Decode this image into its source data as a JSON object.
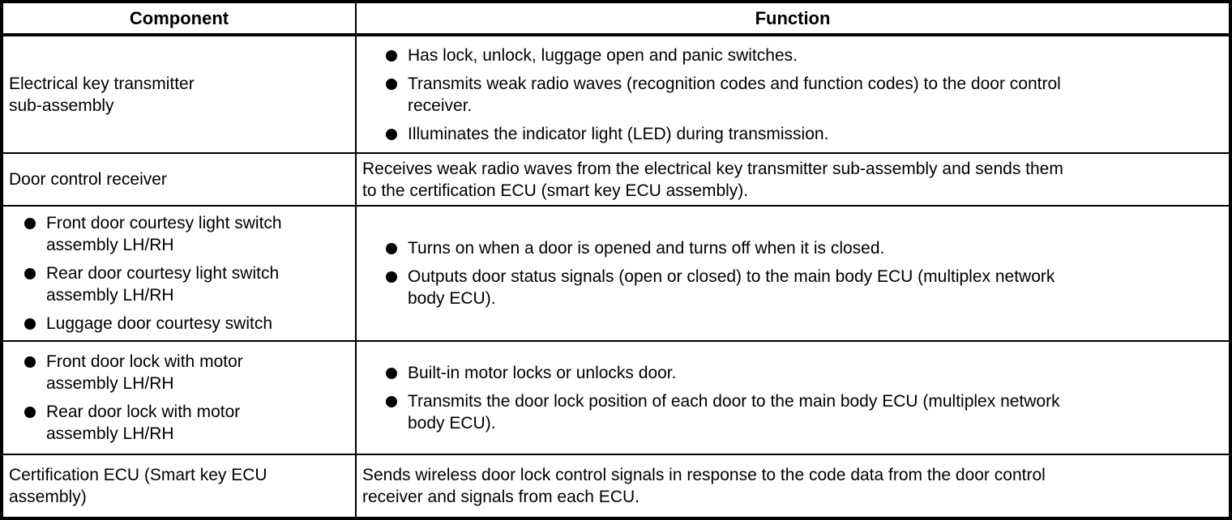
{
  "colors": {
    "border": "#000000",
    "background": "#ffffff",
    "text": "#000000"
  },
  "table": {
    "headers": {
      "component": "Component",
      "function": "Function"
    },
    "rows": [
      {
        "component_text": "Electrical key transmitter\nsub-assembly",
        "function_items": [
          "Has lock, unlock, luggage open and panic switches.",
          "Transmits weak radio waves (recognition codes and function codes) to the door control\nreceiver.",
          "Illuminates the indicator light (LED) during transmission."
        ]
      },
      {
        "component_text": "Door control receiver",
        "function_text": "Receives weak radio waves from the electrical key transmitter sub-assembly and sends them\nto the certification ECU (smart key ECU assembly)."
      },
      {
        "component_items": [
          "Front door courtesy light switch\nassembly LH/RH",
          "Rear door courtesy light switch\nassembly LH/RH",
          "Luggage door courtesy switch"
        ],
        "function_items": [
          "Turns on when a door is opened and turns off when it is closed.",
          "Outputs door status signals (open or closed) to the main body ECU (multiplex network\nbody ECU)."
        ]
      },
      {
        "component_items": [
          "Front door lock with motor\nassembly LH/RH",
          "Rear door lock with motor\nassembly LH/RH"
        ],
        "function_items": [
          "Built-in motor locks or unlocks door.",
          "Transmits the door lock position of each door to the main body ECU (multiplex network\nbody ECU)."
        ]
      },
      {
        "component_text": "Certification ECU (Smart key ECU\nassembly)",
        "function_text": "Sends wireless door lock control signals in response to the code data from the door control\nreceiver and signals from each ECU."
      }
    ]
  }
}
